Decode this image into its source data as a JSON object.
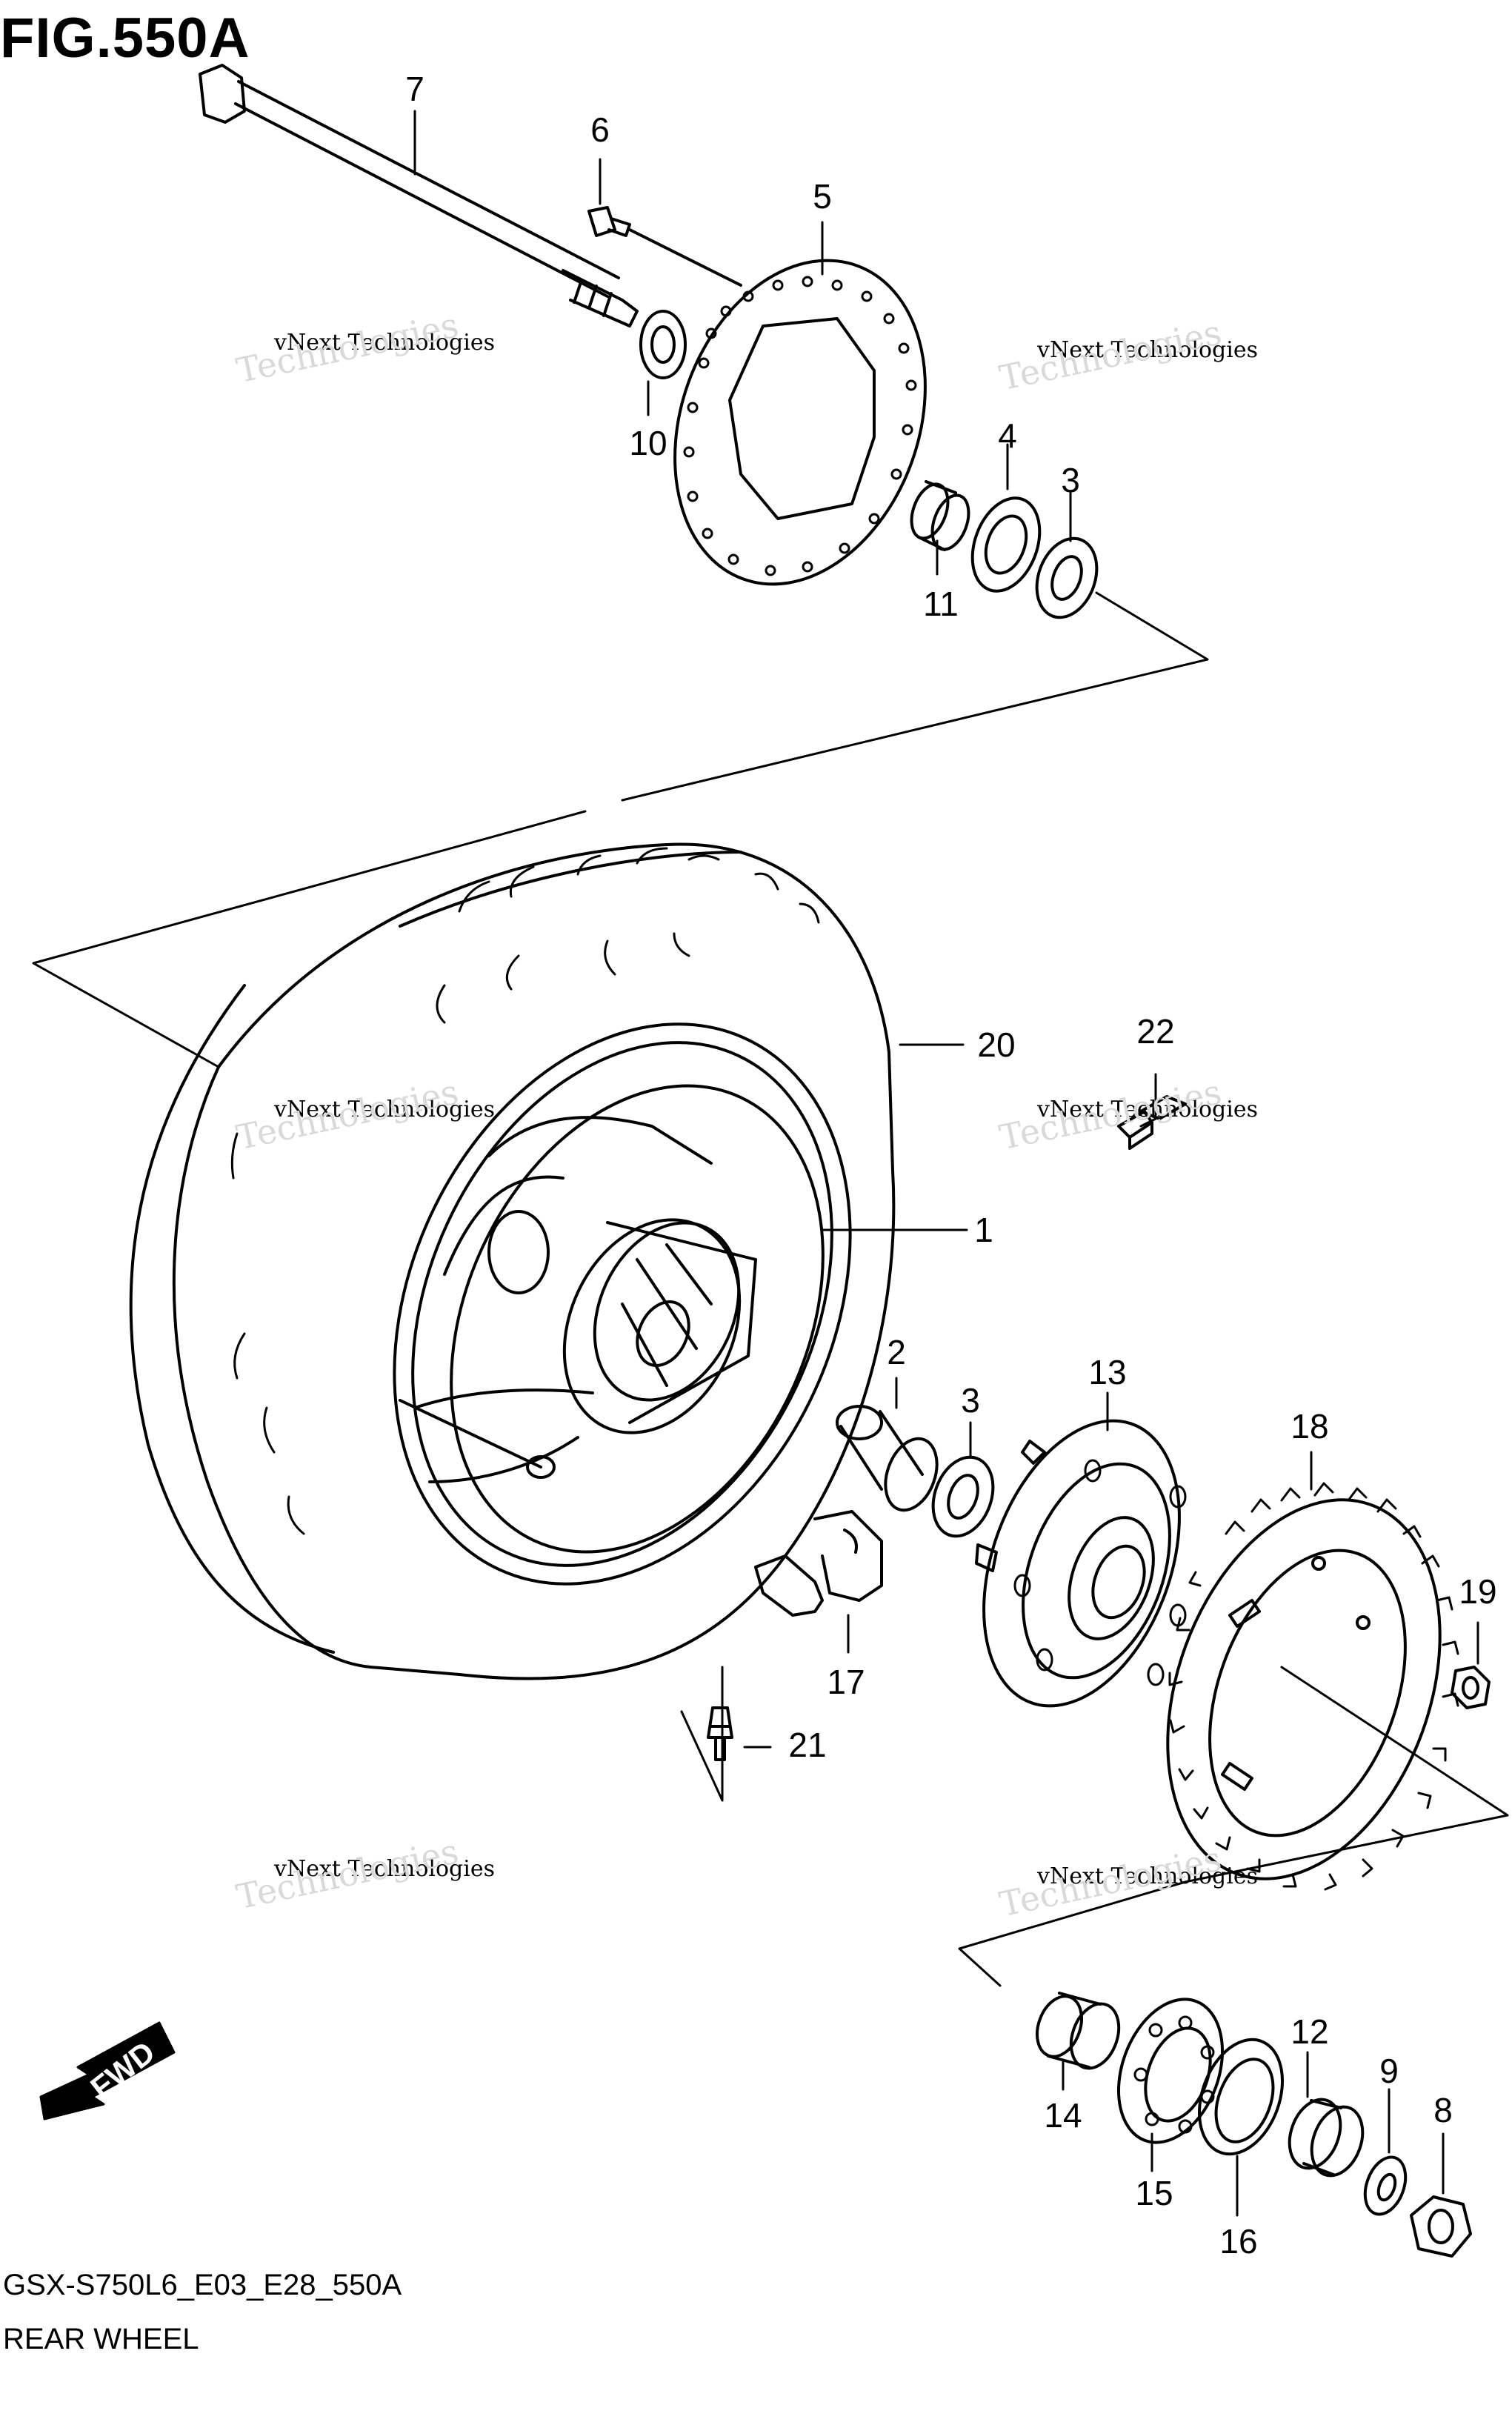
{
  "figure_title": "FIG.550A",
  "footer": {
    "model_code": "GSX-S750L6_E03_E28_550A",
    "section_name": "REAR WHEEL"
  },
  "fwd_label": "FWD",
  "watermark": {
    "line1": "vNext Technologies",
    "line2": "Technologies"
  },
  "callouts": [
    "1",
    "2",
    "3",
    "3",
    "4",
    "5",
    "6",
    "7",
    "8",
    "9",
    "10",
    "11",
    "12",
    "13",
    "14",
    "15",
    "16",
    "17",
    "18",
    "19",
    "20",
    "21",
    "22"
  ]
}
